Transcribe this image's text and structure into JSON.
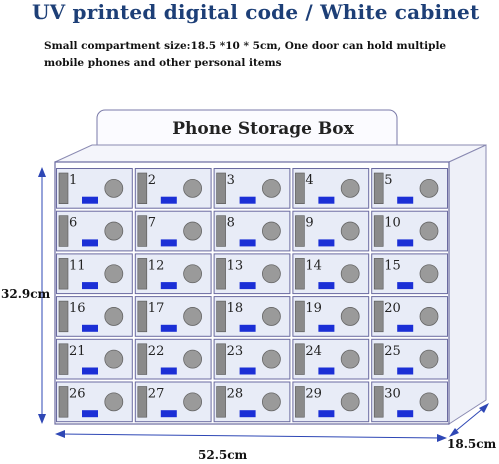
{
  "title": "UV printed digital code / White cabinet",
  "description": {
    "line1": "Small compartment size:18.5 *10 * 5cm, One door can hold multiple",
    "line2": "mobile phones and other personal items"
  },
  "cabinet": {
    "header": "Phone Storage Box",
    "compartments": [
      "1",
      "2",
      "3",
      "4",
      "5",
      "6",
      "7",
      "8",
      "9",
      "10",
      "11",
      "12",
      "13",
      "14",
      "15",
      "16",
      "17",
      "18",
      "19",
      "20",
      "21",
      "22",
      "23",
      "24",
      "25",
      "26",
      "27",
      "28",
      "29",
      "30"
    ],
    "colors": {
      "frame": "#6a6aa0",
      "door": "#e8ecf7",
      "lock": "#1b2fd6",
      "handle": "#8a8a8a",
      "knob": "#9a9a9a",
      "dim": "#2e47b5"
    }
  },
  "dimensions": {
    "height": "32.9cm",
    "width": "52.5cm",
    "depth": "18.5cm"
  }
}
